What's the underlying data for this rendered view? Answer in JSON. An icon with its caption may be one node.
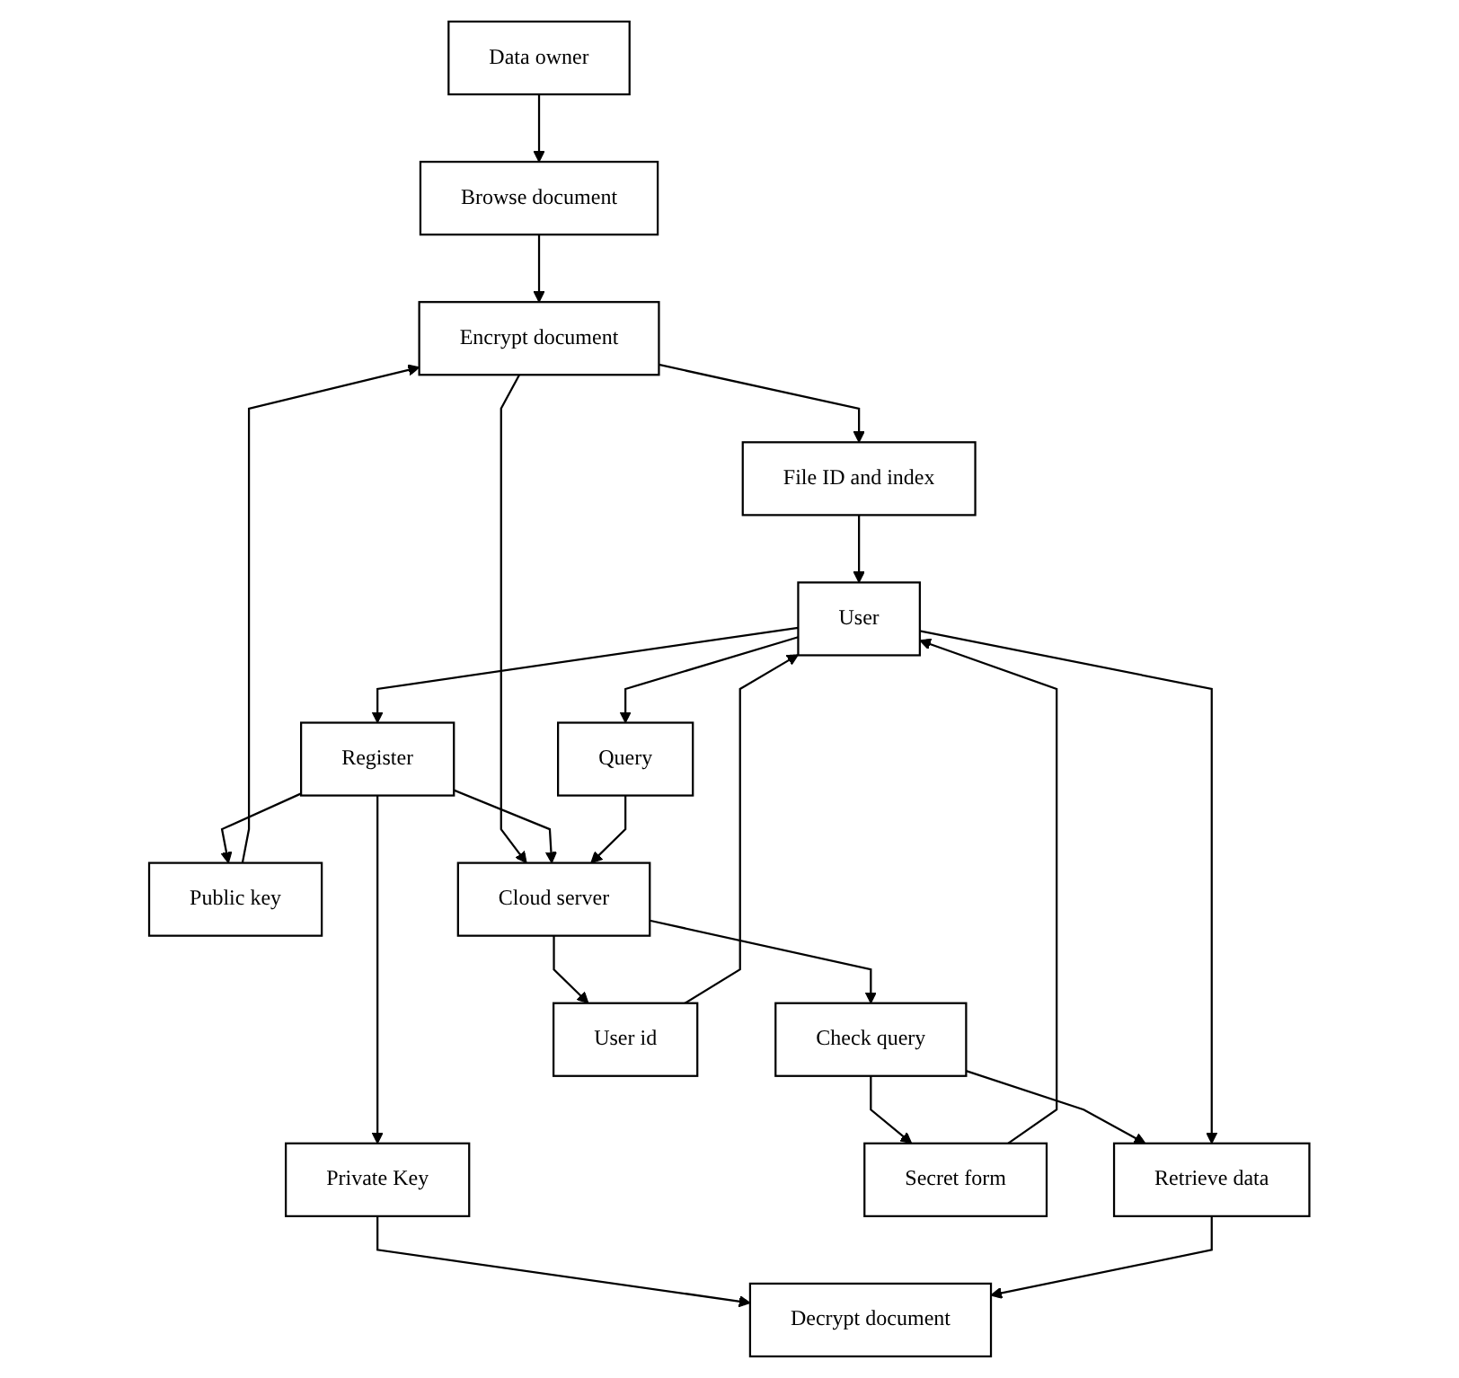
{
  "diagram": {
    "nodes": [
      {
        "text": [
          "Data owner"
        ]
      },
      {
        "text": [
          "Browse document"
        ]
      },
      {
        "text": [
          "Encrypt document"
        ]
      },
      {
        "text": [
          "File ID and index"
        ]
      },
      {
        "text": [
          "Cloud server"
        ]
      },
      {
        "text": [
          "Check query"
        ]
      },
      {
        "text": [
          "Secret form"
        ]
      },
      {
        "text": [
          "User id"
        ]
      },
      {
        "text": [
          "User"
        ]
      },
      {
        "text": [
          "Register"
        ]
      },
      {
        "text": [
          "Retrieve data"
        ]
      },
      {
        "text": [
          "Public key"
        ]
      },
      {
        "text": [
          "Private Key"
        ]
      },
      {
        "text": [
          "Decrypt document"
        ]
      },
      {
        "text": [
          "Query"
        ]
      }
    ],
    "edges": [
      {
        "from": 0,
        "to": 1,
        "arrow": "to"
      },
      {
        "from": 1,
        "to": 2,
        "arrow": "to"
      },
      {
        "from": 2,
        "to": 3,
        "arrow": "to"
      },
      {
        "from": 2,
        "to": 4,
        "arrow": "to"
      },
      {
        "from": 4,
        "to": 5,
        "arrow": "to"
      },
      {
        "from": 5,
        "to": 6,
        "arrow": "to"
      },
      {
        "from": 4,
        "to": 7,
        "arrow": "to"
      },
      {
        "from": 5,
        "to": 10,
        "arrow": "to"
      },
      {
        "from": 6,
        "to": 8,
        "arrow": "to"
      },
      {
        "from": 3,
        "to": 8,
        "arrow": "to"
      },
      {
        "from": 7,
        "to": 8,
        "arrow": "to"
      },
      {
        "from": 8,
        "to": 9,
        "arrow": "to"
      },
      {
        "from": 8,
        "to": 10,
        "arrow": "to"
      },
      {
        "from": 8,
        "to": 14,
        "arrow": "to"
      },
      {
        "from": 9,
        "to": 4,
        "arrow": "to"
      },
      {
        "from": 9,
        "to": 11,
        "arrow": "to"
      },
      {
        "from": 9,
        "to": 12,
        "arrow": "to"
      },
      {
        "from": 11,
        "to": 2,
        "arrow": "to"
      },
      {
        "from": 12,
        "to": 13,
        "arrow": "to"
      },
      {
        "from": 14,
        "to": 4,
        "arrow": "to"
      },
      {
        "from": 10,
        "to": 13,
        "arrow": "to"
      }
    ]
  }
}
